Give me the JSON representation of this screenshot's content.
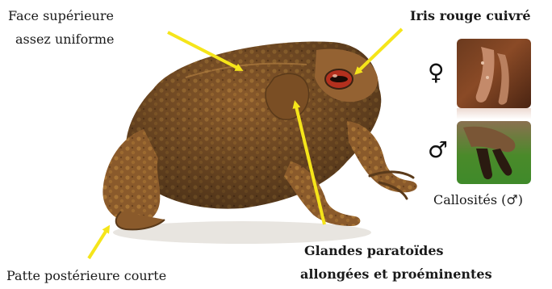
{
  "labels": {
    "top_left_line1": "Face supérieure",
    "top_left_line2": "assez uniforme",
    "iris": "Iris rouge cuivré",
    "paratoid_line1": "Glandes paratoïdes",
    "paratoid_line2": "allongées et proéminentes",
    "hind_leg": "Patte postérieure courte",
    "callosites": "Callosités (♂)"
  },
  "symbols": {
    "female": "♀",
    "male": "♂"
  },
  "colors": {
    "arrow": "#f5e51a",
    "toad_body": "#8a5a2b",
    "toad_dark": "#5a3a1a",
    "iris": "#b3301e",
    "male_photo_bg": "#3f8a2a"
  }
}
